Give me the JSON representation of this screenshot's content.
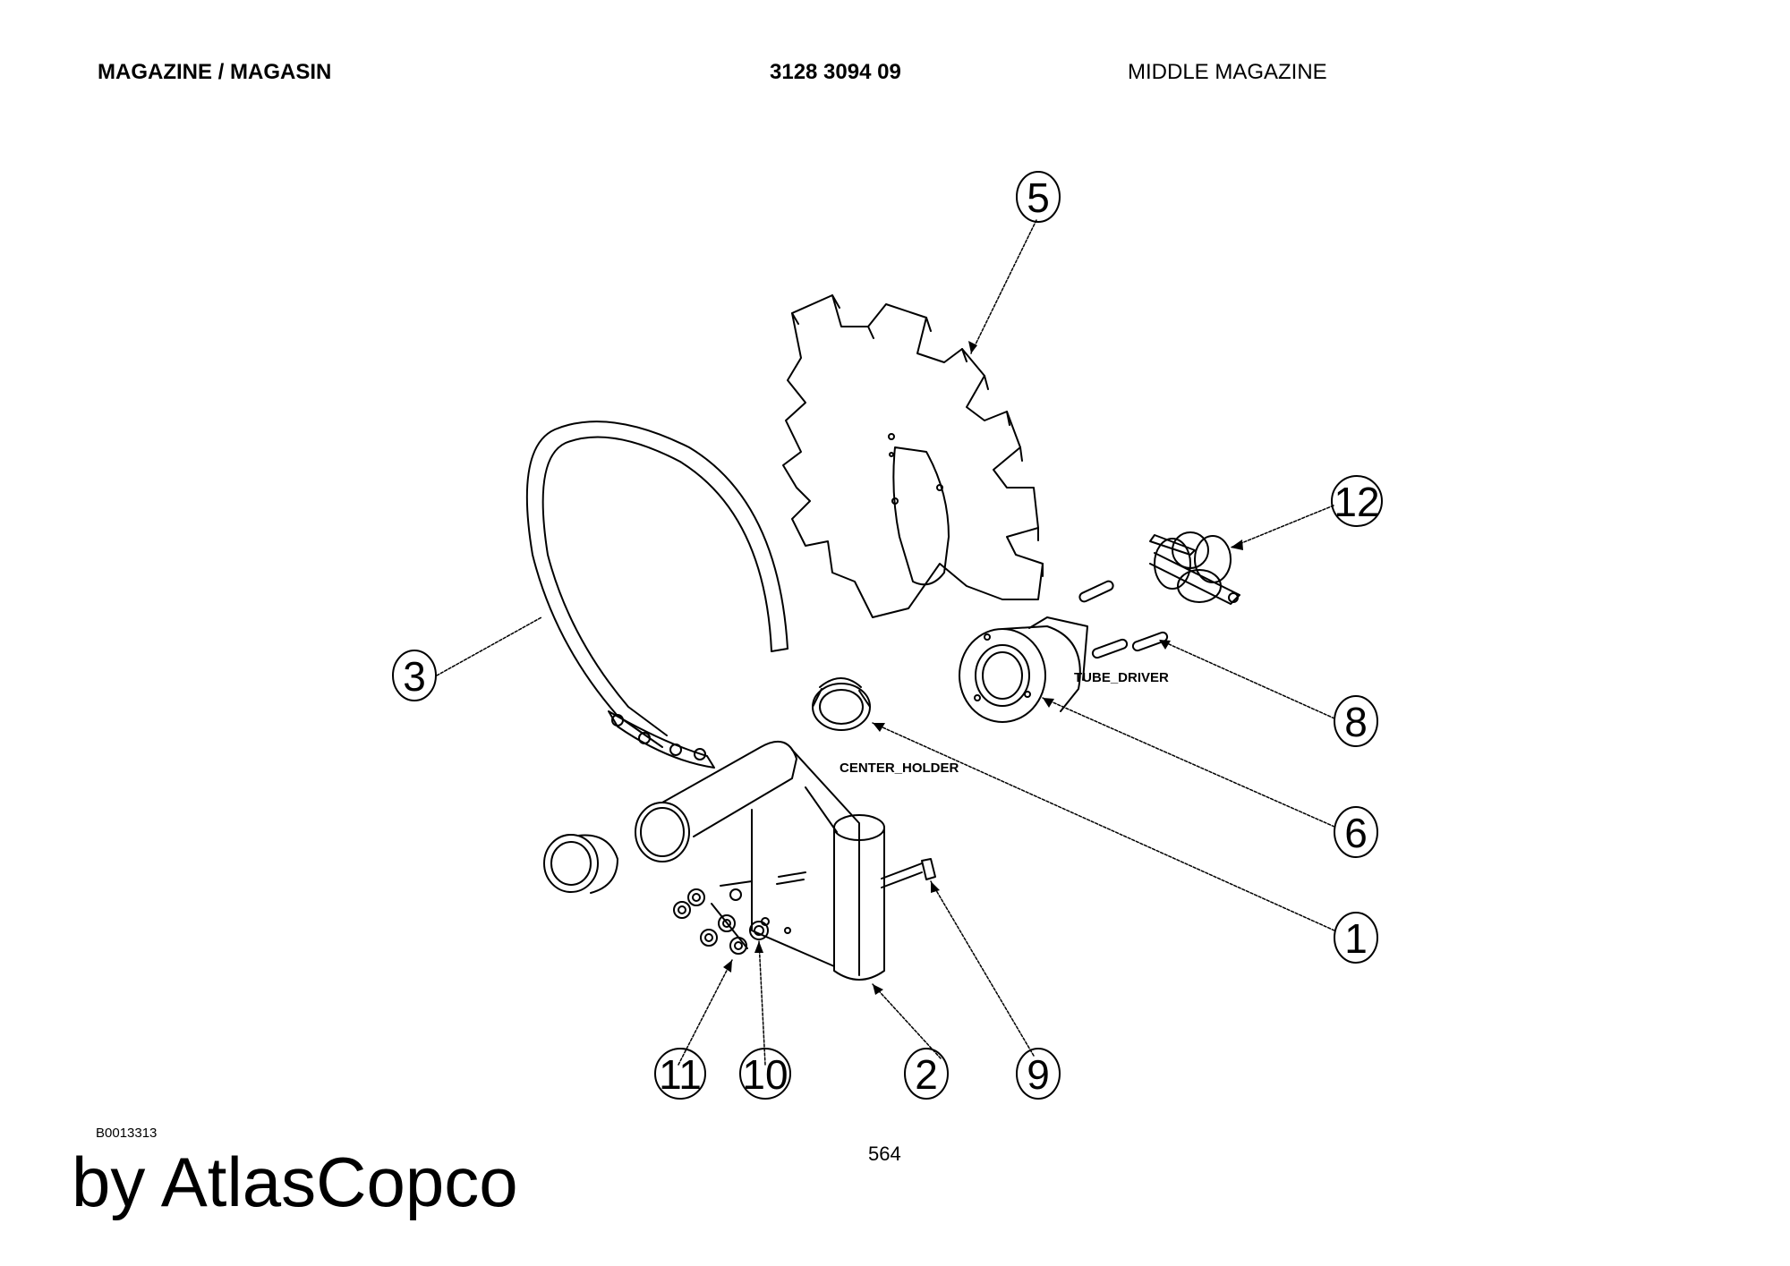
{
  "header": {
    "section": "MAGAZINE / MAGASIN",
    "part_number": "3128 3094 09",
    "description": "MIDDLE MAGAZINE"
  },
  "drawing": {
    "labels": {
      "tube_driver": "TUBE_DRIVER",
      "center_holder": "CENTER_HOLDER"
    },
    "callouts": [
      "5",
      "12",
      "3",
      "8",
      "6",
      "1",
      "11",
      "10",
      "2",
      "9"
    ]
  },
  "footer": {
    "doc_id": "B0013313",
    "page_number": "564",
    "brand": "by AtlasCopco"
  }
}
